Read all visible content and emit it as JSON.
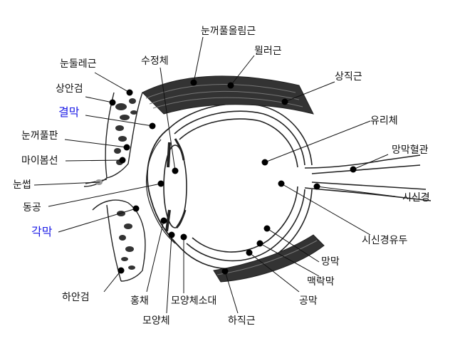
{
  "labels": {
    "top_levator": "눈꺼풀올림근",
    "muller": "뮐러근",
    "superior_rectus": "상직근",
    "orbicularis": "눈둘레근",
    "lens": "수정체",
    "upper_eyelid": "상안검",
    "conjunctiva": "결막",
    "vitreous": "유리체",
    "tarsal_plate": "눈꺼풀판",
    "retinal_vessels": "망막혈관",
    "meibomian": "마이봄선",
    "eyelash": "눈썹",
    "optic_nerve": "시신경",
    "pupil": "동공",
    "cornea": "각막",
    "optic_disc": "시신경유두",
    "retina": "망막",
    "choroid": "맥락막",
    "lower_eyelid": "하안검",
    "sclera": "공막",
    "iris": "홍채",
    "zonule": "모양체소대",
    "ciliary_body": "모양체",
    "inferior_rectus": "하직근"
  },
  "colors": {
    "accent": "#1a1ae6",
    "ink": "#111111",
    "dot": "#000000"
  }
}
